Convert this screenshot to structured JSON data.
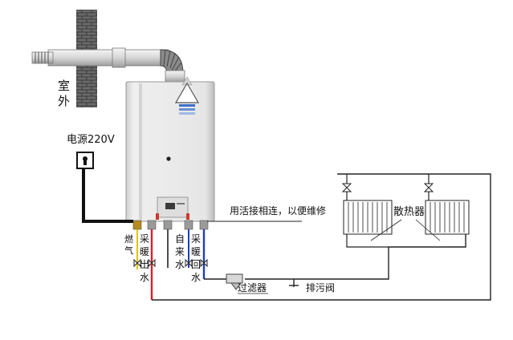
{
  "labels": {
    "outdoor": [
      "室",
      "外"
    ],
    "power": "电源220V",
    "union_note": "用活接相连，以便维修",
    "radiator": "散热器",
    "gas": [
      "燃",
      "气"
    ],
    "heating_out": [
      "采",
      "暖",
      "出",
      "水"
    ],
    "tap_water": [
      "自",
      "来",
      "水"
    ],
    "heating_return": [
      "采",
      "暖",
      "回",
      "水"
    ],
    "filter": "过滤器",
    "drain_valve": "排污阀"
  },
  "colors": {
    "gas": "#e6c200",
    "heating_out": "#d9202a",
    "tap_water": "#1f3fb5",
    "heating_return": "#1f3fb5",
    "pipe": "#222222",
    "power_cable": "#111111",
    "boiler_body": "#e2e2e2",
    "brick_wall": "#4a4a4a"
  },
  "icons": {
    "flue": "flue-pipe",
    "boiler": "wall-boiler",
    "socket": "power-socket-icon",
    "valve": "valve-icon"
  }
}
